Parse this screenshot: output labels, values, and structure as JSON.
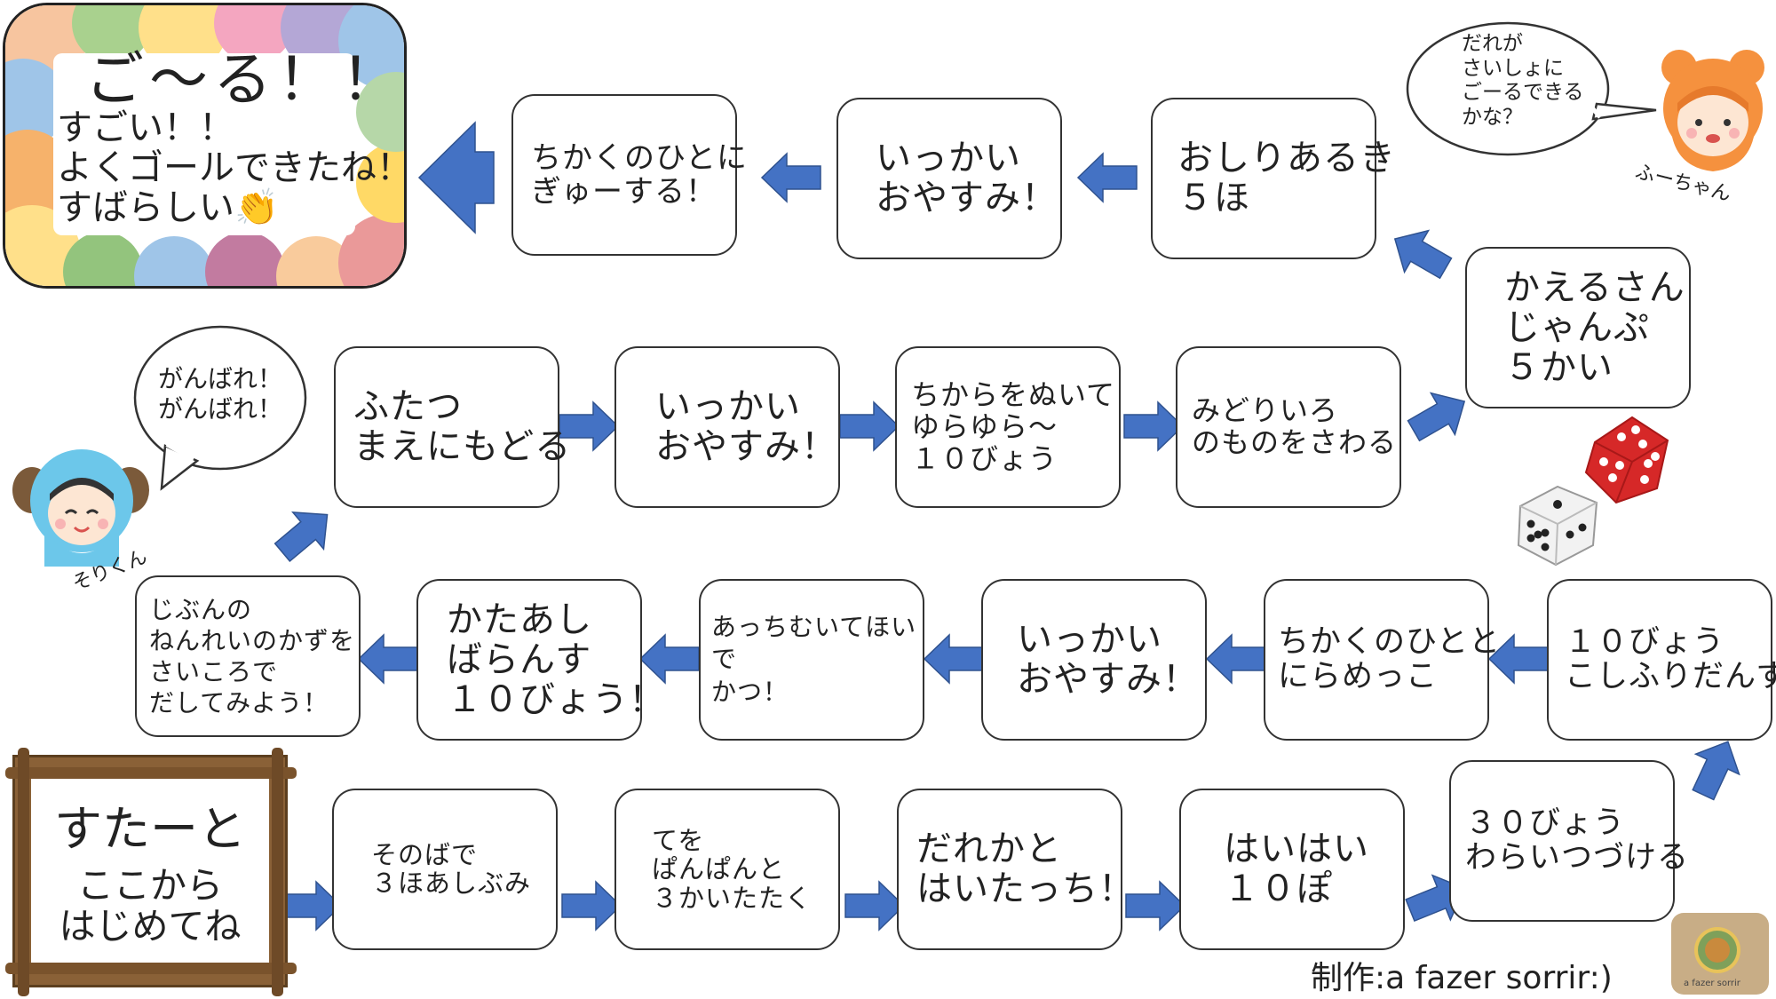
{
  "goal": {
    "title": "ご～る！！",
    "message": "すごい！！\nよくゴールできたね！\nすばらしい👏"
  },
  "start": {
    "title": "すたーと",
    "subtitle": "ここから\nはじめてね"
  },
  "squares": [
    {
      "text": "そのばで\n３ほあしぶみ"
    },
    {
      "text": "てを\nぱんぱんと\n３かいたたく"
    },
    {
      "text": "だれかと\nはいたっち！"
    },
    {
      "text": "はいはい\n１０ぽ"
    },
    {
      "text": "３０びょう\nわらいつづける"
    },
    {
      "text": "１０びょう\nこしふりだんす"
    },
    {
      "text": "ちかくのひとと\nにらめっこ"
    },
    {
      "text": "いっかい\nおやすみ！"
    },
    {
      "text": "あっちむいてほい\nで\nかつ！"
    },
    {
      "text": "かたあし\nばらんす\n１０びょう！"
    },
    {
      "text": "じぶんの\nねんれいのかずを\nさいころで\nだしてみよう！"
    },
    {
      "text": "ふたつ\nまえにもどる"
    },
    {
      "text": "いっかい\nおやすみ！"
    },
    {
      "text": "ちからをぬいて\nゆらゆら～\n１０びょう"
    },
    {
      "text": "みどりいろ\nのものをさわる"
    },
    {
      "text": "かえるさん\nじゃんぷ\n５かい"
    },
    {
      "text": "おしりあるき\n５ほ"
    },
    {
      "text": "いっかい\nおやすみ！"
    },
    {
      "text": "ちかくのひとに\nぎゅーする！"
    }
  ],
  "bubbles": {
    "top": "だれが\nさいしょに\nごーるできる\nかな？",
    "left": "がんばれ！\nがんばれ！"
  },
  "characters": {
    "girl": "ふーちゃん",
    "boy": "そりくん"
  },
  "credit": "制作:a fazer sorrir:)",
  "logo_text": "a fazer sorrir",
  "colors": {
    "arrow": "#4472c4",
    "arrow_edge": "#2f528f",
    "frame": "#8a6137"
  }
}
